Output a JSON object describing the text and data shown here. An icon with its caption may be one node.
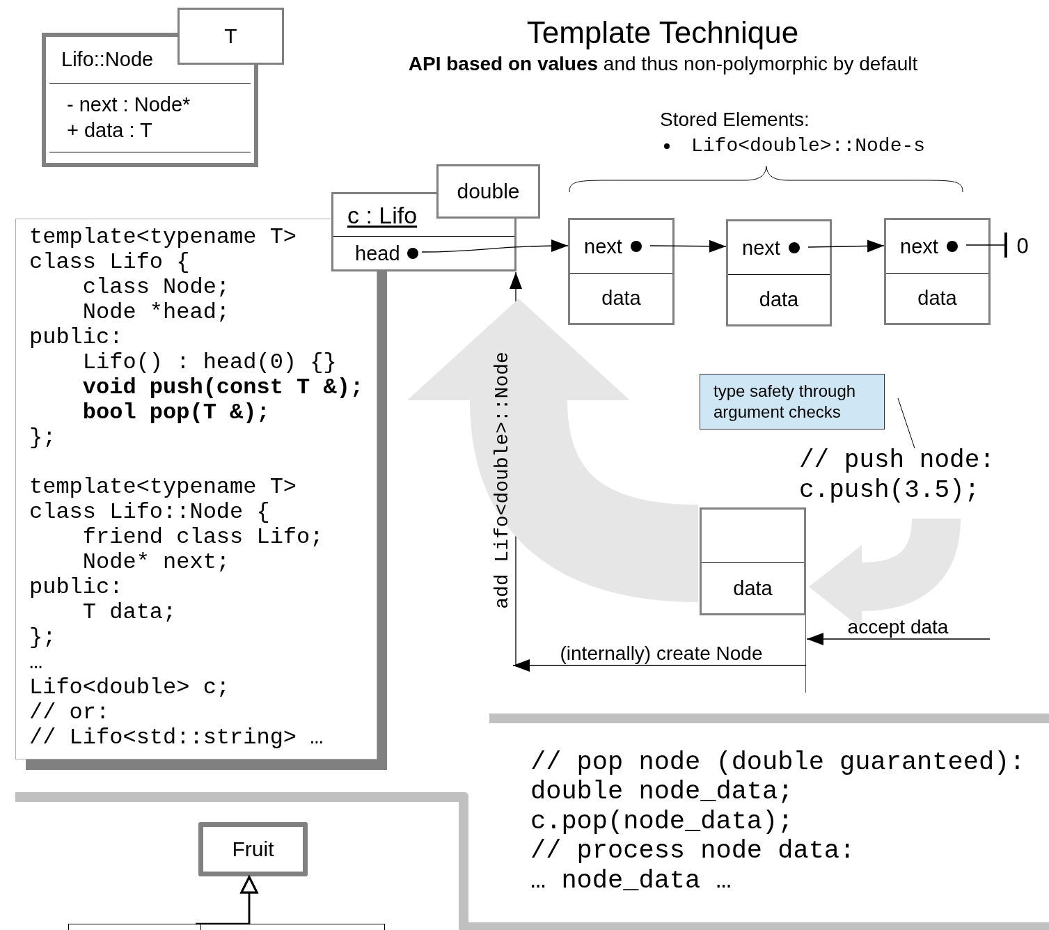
{
  "diagram": {
    "title": "Template Technique",
    "nodes": [
      {
        "text": [
          "Lifo::Node",
          "- next : Node*",
          "+ data : T"
        ]
      },
      {
        "text": [
          "T"
        ]
      },
      {
        "text": [
          "template<typename T>",
          "class Lifo {",
          "    class Node;",
          "    Node *head;",
          "public:",
          "    Lifo() : head(0) {}",
          "    **void push(const T &);**",
          "    **bool pop(T &);**",
          "};",
          "template<typename T>",
          "class Lifo::Node {",
          "    friend class Lifo;",
          "    Node* next;",
          "public:",
          "    T data;",
          "};",
          "…",
          "Lifo<double> c;",
          "// or:",
          "// Lifo<std::string> …"
        ]
      },
      {
        "text": [
          "c : Lifo",
          "head"
        ]
      },
      {
        "text": [
          "double"
        ]
      },
      {
        "text": [
          "next",
          "data"
        ]
      },
      {
        "text": [
          "next",
          "data"
        ]
      },
      {
        "text": [
          "next",
          "data"
        ]
      },
      {
        "text": [
          "0"
        ]
      },
      {
        "text": [
          "type safety through argument checks"
        ]
      },
      {
        "text": [
          "// push node:",
          "c.push(3.5);"
        ]
      },
      {
        "text": [
          "data"
        ]
      },
      {
        "text": [],
        "shape": "box"
      },
      {
        "text": [
          "Fruit"
        ],
        "in": 12
      },
      {
        "text": [],
        "shape": "box",
        "in": 12
      },
      {
        "text": [],
        "shape": "box",
        "in": 12
      }
    ],
    "edges": [
      {
        "from": 3,
        "to": 5,
        "arrow": "to"
      },
      {
        "from": 5,
        "to": 6,
        "arrow": "to"
      },
      {
        "from": 6,
        "to": 7,
        "arrow": "to"
      },
      {
        "from": 7,
        "to": 8,
        "arrow": "other"
      },
      {
        "from": 9,
        "to": 10,
        "arrow": "none"
      },
      {
        "from": null,
        "to": 11,
        "arrow": "to",
        "label": "accept data"
      },
      {
        "from": 11,
        "to": null,
        "arrow": "to",
        "label": "(internally) create Node"
      },
      {
        "from": null,
        "to": 3,
        "arrow": "to",
        "label": "add Lifo<double>::Node"
      },
      {
        "from": 11,
        "to": 5,
        "arrow": "to",
        "style": "thick",
        "color": "#e6e6e6"
      },
      {
        "from": 10,
        "to": 11,
        "arrow": "to",
        "style": "thick",
        "color": "#e6e6e6"
      },
      {
        "from": 14,
        "to": 13,
        "arrow": "to"
      },
      {
        "from": 15,
        "to": 13,
        "arrow": "to"
      }
    ],
    "labels": [
      "**API based on values** and thus non-polymorphic by default",
      "Stored Elements:",
      "Lifo<double>::Node-s",
      "// pop node (double guaranteed):",
      "double node_data;",
      "c.pop(node_data);",
      "// process node data:",
      "… node_data …"
    ]
  }
}
